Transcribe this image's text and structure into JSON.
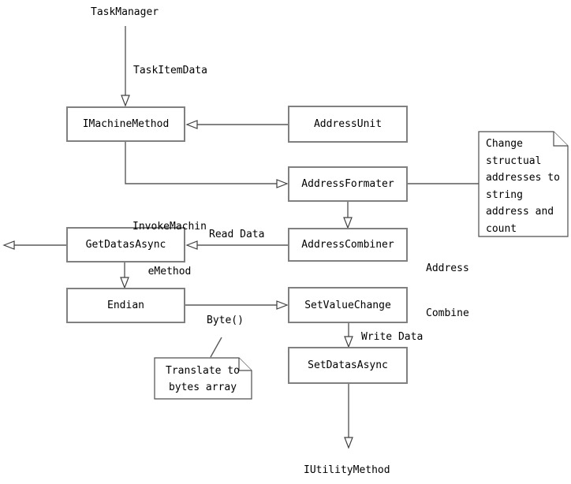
{
  "diagram": {
    "colors": {
      "background": "#ffffff",
      "node_border": "#808080",
      "line": "#5a5a5a",
      "text": "#000000"
    },
    "nodes": {
      "imachine_method": "IMachineMethod",
      "address_unit": "AddressUnit",
      "address_formater": "AddressFormater",
      "address_combiner": "AddressCombiner",
      "get_datas_async": "GetDatasAsync",
      "endian": "Endian",
      "set_value_change": "SetValueChange",
      "set_datas_async": "SetDatasAsync"
    },
    "external_labels": {
      "task_manager": "TaskManager",
      "iutility_method": "IUtilityMethod"
    },
    "edge_labels": {
      "task_item_data": "TaskItemData",
      "invoke_machine_method": [
        "InvokeMachin",
        "eMethod"
      ],
      "read_data": "Read Data",
      "address_combine": [
        "Address",
        "Combine"
      ],
      "byte_call": "Byte()",
      "write_data": "Write Data"
    },
    "notes": {
      "change_structural": [
        "Change",
        "structual",
        "addresses to",
        "string",
        "address and",
        "count"
      ],
      "translate_bytes": [
        "Translate to",
        "bytes array"
      ]
    }
  }
}
